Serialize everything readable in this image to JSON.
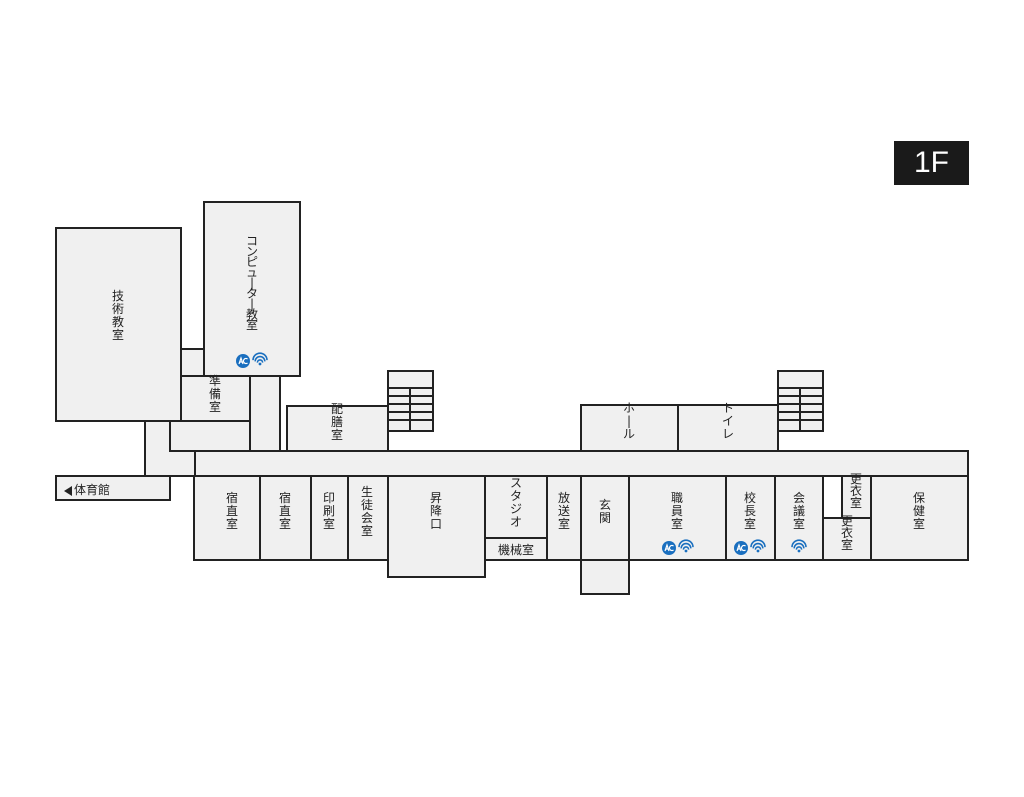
{
  "floor": {
    "label": "1F"
  },
  "gym": {
    "label": "体育館"
  },
  "colors": {
    "accent": "#1a6fbf",
    "wall": "#222222",
    "room_fill": "#f0f0f0"
  },
  "rooms": {
    "gijutsu": "技術教室",
    "computer": "コンピューター教室",
    "junbi": "準備室",
    "haizen": "配膳室",
    "hall": "ホール",
    "toilet": "トイレ",
    "shukuchoku1": "宿直室",
    "shukuchoku2": "宿直室",
    "insatsu": "印刷室",
    "seito": "生徒会室",
    "shoko": "昇降口",
    "studio": "スタジオ",
    "kikai": "機械室",
    "hoso": "放送室",
    "genkan": "玄関",
    "shokuin": "職員室",
    "kocho": "校長室",
    "kaigi": "会議室",
    "koi1": "更衣室",
    "koi2": "更衣室",
    "hoken": "保健室"
  },
  "icons": {
    "computer": [
      "ac-icon",
      "wifi-icon"
    ],
    "shokuin": [
      "ac-icon",
      "wifi-icon"
    ],
    "kocho": [
      "ac-icon",
      "wifi-icon"
    ],
    "kaigi": [
      "wifi-icon"
    ]
  }
}
